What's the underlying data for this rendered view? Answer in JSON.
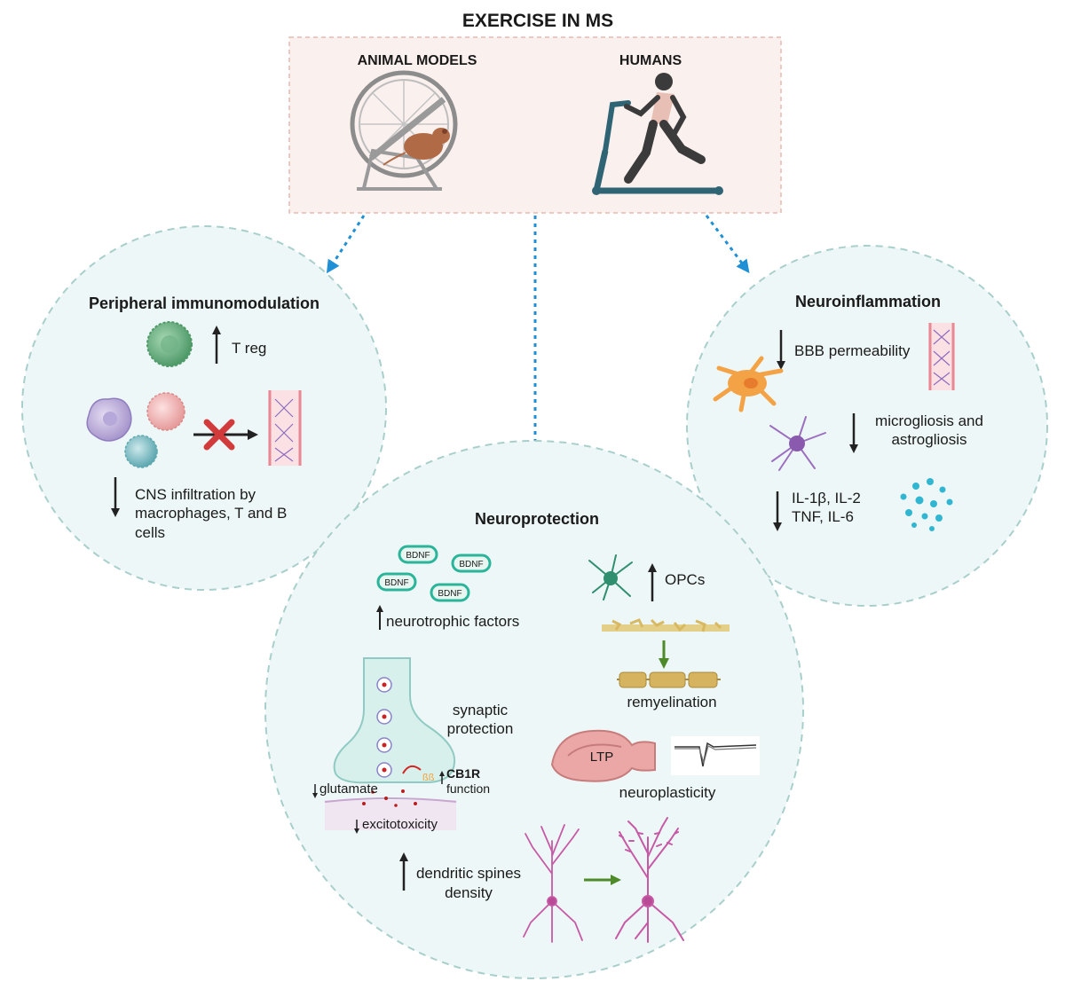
{
  "title": "EXERCISE IN MS",
  "sources": {
    "left_label": "ANIMAL MODELS",
    "right_label": "HUMANS"
  },
  "peripheral": {
    "title": "Peripheral immunomodulation",
    "treg": "T reg",
    "infiltration": [
      "CNS infiltration by",
      "macrophages, T and B",
      "cells"
    ]
  },
  "neuroinflammation": {
    "title": "Neuroinflammation",
    "bbb": "BBB permeability",
    "gliosis": [
      "microgliosis and",
      "astrogliosis"
    ],
    "cytokines": [
      "IL-1β, IL-2",
      "TNF, IL-6"
    ]
  },
  "neuroprotection": {
    "title": "Neuroprotection",
    "bdnf": "BDNF",
    "neurotrophic": "neurotrophic factors",
    "opcs": "OPCs",
    "remyelination": "remyelination",
    "synaptic": [
      "synaptic",
      "protection"
    ],
    "cb1r": "CB1R",
    "cb1r_function": "function",
    "glutamate": "glutamate",
    "excitotoxicity": "excitotoxicity",
    "ltp": "LTP",
    "neuroplasticity": "neuroplasticity",
    "dendritic": [
      "dendritic spines",
      "density"
    ]
  },
  "colors": {
    "circle_fill": "#eef7f7",
    "circle_stroke": "#a9cfcc",
    "box_fill": "#faf0ee",
    "box_stroke": "#e8b8b0",
    "arrow_blue": "#1f8fd6",
    "bdnf_green": "#2ab59a",
    "arrow_green": "#4e8a2a",
    "cross_red": "#d23b3b"
  }
}
